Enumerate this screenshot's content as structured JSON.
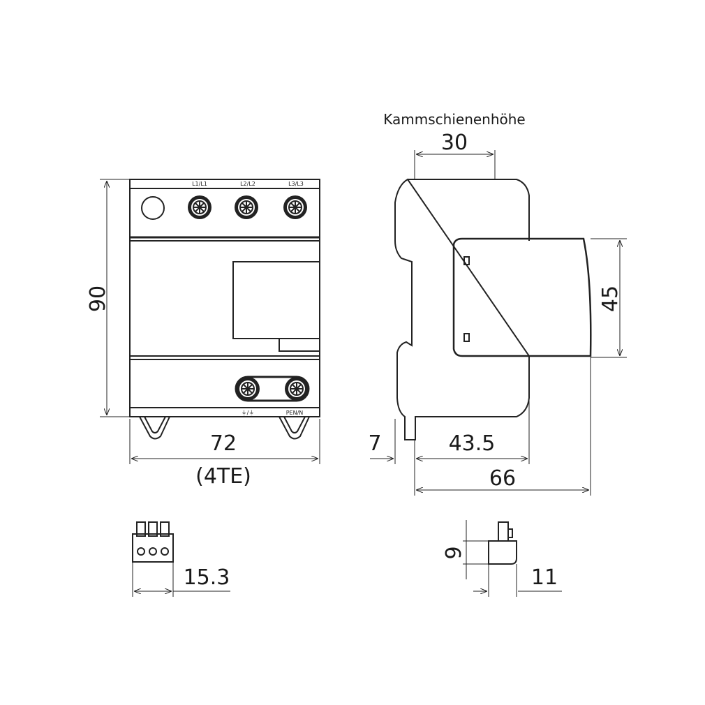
{
  "labels": {
    "comb_busbar_height": "Kammschienenhöhe",
    "dim_30": "30",
    "dim_90": "90",
    "dim_72": "72",
    "dim_4te": "(4TE)",
    "dim_45": "45",
    "dim_7": "7",
    "dim_43_5": "43.5",
    "dim_66": "66",
    "dim_15_3": "15.3",
    "dim_9": "9",
    "dim_11": "11"
  },
  "terminals": {
    "top": [
      "L1/L1",
      "L2/L2",
      "L3/L3"
    ],
    "bottom_left": "⏚/⏚",
    "bottom_right": "PEN/N"
  }
}
